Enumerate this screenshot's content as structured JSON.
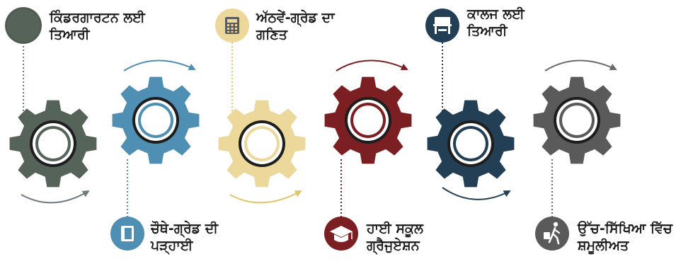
{
  "steps": [
    {
      "id": "kindergarten",
      "line1": "ਕਿੰਡਰਗਾਰਟਨ ਲਈ",
      "line2": "ਤਿਆਰੀ",
      "color": "#566359",
      "icon": "blank-circle-icon"
    },
    {
      "id": "fourth-grade",
      "line1": "ਚੌਥੇ-ਗ੍ਰੇਡ ਦੀ",
      "line2": "ਪੜ੍ਹਾਈ",
      "color": "#4e8fb3",
      "icon": "book-icon"
    },
    {
      "id": "eighth-grade",
      "line1": "ਅੱਠਵੇਂ-ਗ੍ਰੇਡ ਦਾ",
      "line2": "ਗਣਿਤ",
      "color": "#ecd89a",
      "icon": "calculator-icon"
    },
    {
      "id": "high-school",
      "line1": "ਹਾਈ ਸਕੂਲ",
      "line2": "ਗ੍ਰੈਜੁਏਸ਼ਨ",
      "color": "#7c1f22",
      "icon": "graduation-cap-icon"
    },
    {
      "id": "college",
      "line1": "ਕਾਲਜ ਲਈ",
      "line2": "ਤਿਆਰੀ",
      "color": "#223f55",
      "icon": "desk-icon"
    },
    {
      "id": "higher-education",
      "line1": "ਉੱਚ-ਸਿੱਖਿਆ ਵਿੱਚ",
      "line2": "ਸ਼ਮੂਲੀਅਤ",
      "color": "#5a5a5a",
      "icon": "walking-person-icon"
    }
  ]
}
